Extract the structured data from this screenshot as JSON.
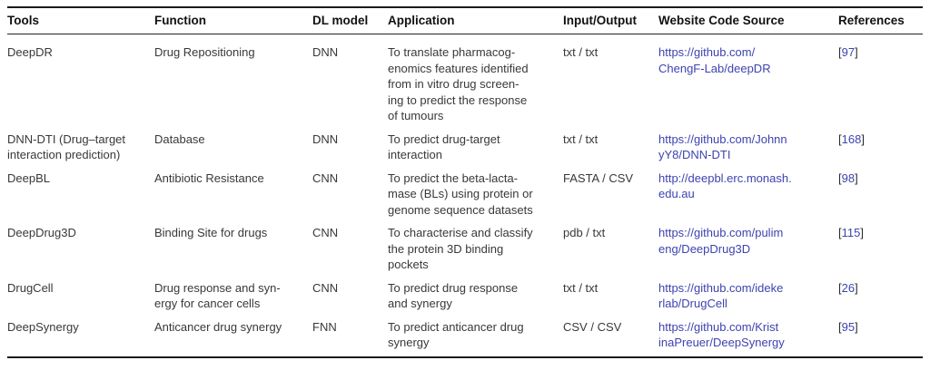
{
  "link_color": "#3d43b0",
  "table": {
    "columns": [
      {
        "key": "tool",
        "label": "Tools"
      },
      {
        "key": "function",
        "label": "Function"
      },
      {
        "key": "model",
        "label": "DL model"
      },
      {
        "key": "application",
        "label": "Application"
      },
      {
        "key": "io",
        "label": "Input/Output"
      },
      {
        "key": "website",
        "label": "Website Code Source"
      },
      {
        "key": "references",
        "label": "References"
      }
    ],
    "rows": [
      {
        "tool": [
          "DeepDR"
        ],
        "function": [
          "Drug Repositioning"
        ],
        "model": "DNN",
        "application": [
          "To translate pharmacog-",
          "enomics features identified",
          "from in vitro drug screen-",
          "ing to predict the response",
          "of tumours"
        ],
        "io": "txt / txt",
        "website_lines": [
          "https://github.com/",
          "ChengF-Lab/deepDR"
        ],
        "reference": "[97]"
      },
      {
        "tool": [
          "DNN-DTI (Drug–target",
          "interaction prediction)"
        ],
        "function": [
          "Database"
        ],
        "model": "DNN",
        "application": [
          "To predict drug-target",
          "interaction"
        ],
        "io": "txt / txt",
        "website_lines": [
          "https://github.com/Johnn",
          "yY8/DNN-DTI"
        ],
        "reference": "[168]"
      },
      {
        "tool": [
          "DeepBL"
        ],
        "function": [
          "Antibiotic Resistance"
        ],
        "model": "CNN",
        "application": [
          "To predict the beta-lacta-",
          "mase (BLs) using protein or",
          "genome sequence datasets"
        ],
        "io": "FASTA / CSV",
        "website_lines": [
          "http://deepbl.erc.monash.",
          "edu.au"
        ],
        "reference": "[98]"
      },
      {
        "tool": [
          "DeepDrug3D"
        ],
        "function": [
          "Binding Site for drugs"
        ],
        "model": "CNN",
        "application": [
          "To characterise and classify",
          "the protein 3D binding",
          "pockets"
        ],
        "io": "pdb / txt",
        "website_lines": [
          "https://github.com/pulim",
          "eng/DeepDrug3D"
        ],
        "reference": "[115]"
      },
      {
        "tool": [
          "DrugCell"
        ],
        "function": [
          "Drug response and syn-",
          "ergy for cancer cells"
        ],
        "model": "CNN",
        "application": [
          "To predict drug response",
          "and synergy"
        ],
        "io": "txt / txt",
        "website_lines": [
          "https://github.com/ideke",
          "rlab/DrugCell"
        ],
        "reference": "[26]"
      },
      {
        "tool": [
          "DeepSynergy"
        ],
        "function": [
          "Anticancer drug synergy"
        ],
        "model": "FNN",
        "application": [
          "To predict anticancer drug",
          "synergy"
        ],
        "io": "CSV / CSV",
        "website_lines": [
          "https://github.com/Krist",
          "inaPreuer/DeepSynergy"
        ],
        "reference": "[95]"
      }
    ]
  }
}
